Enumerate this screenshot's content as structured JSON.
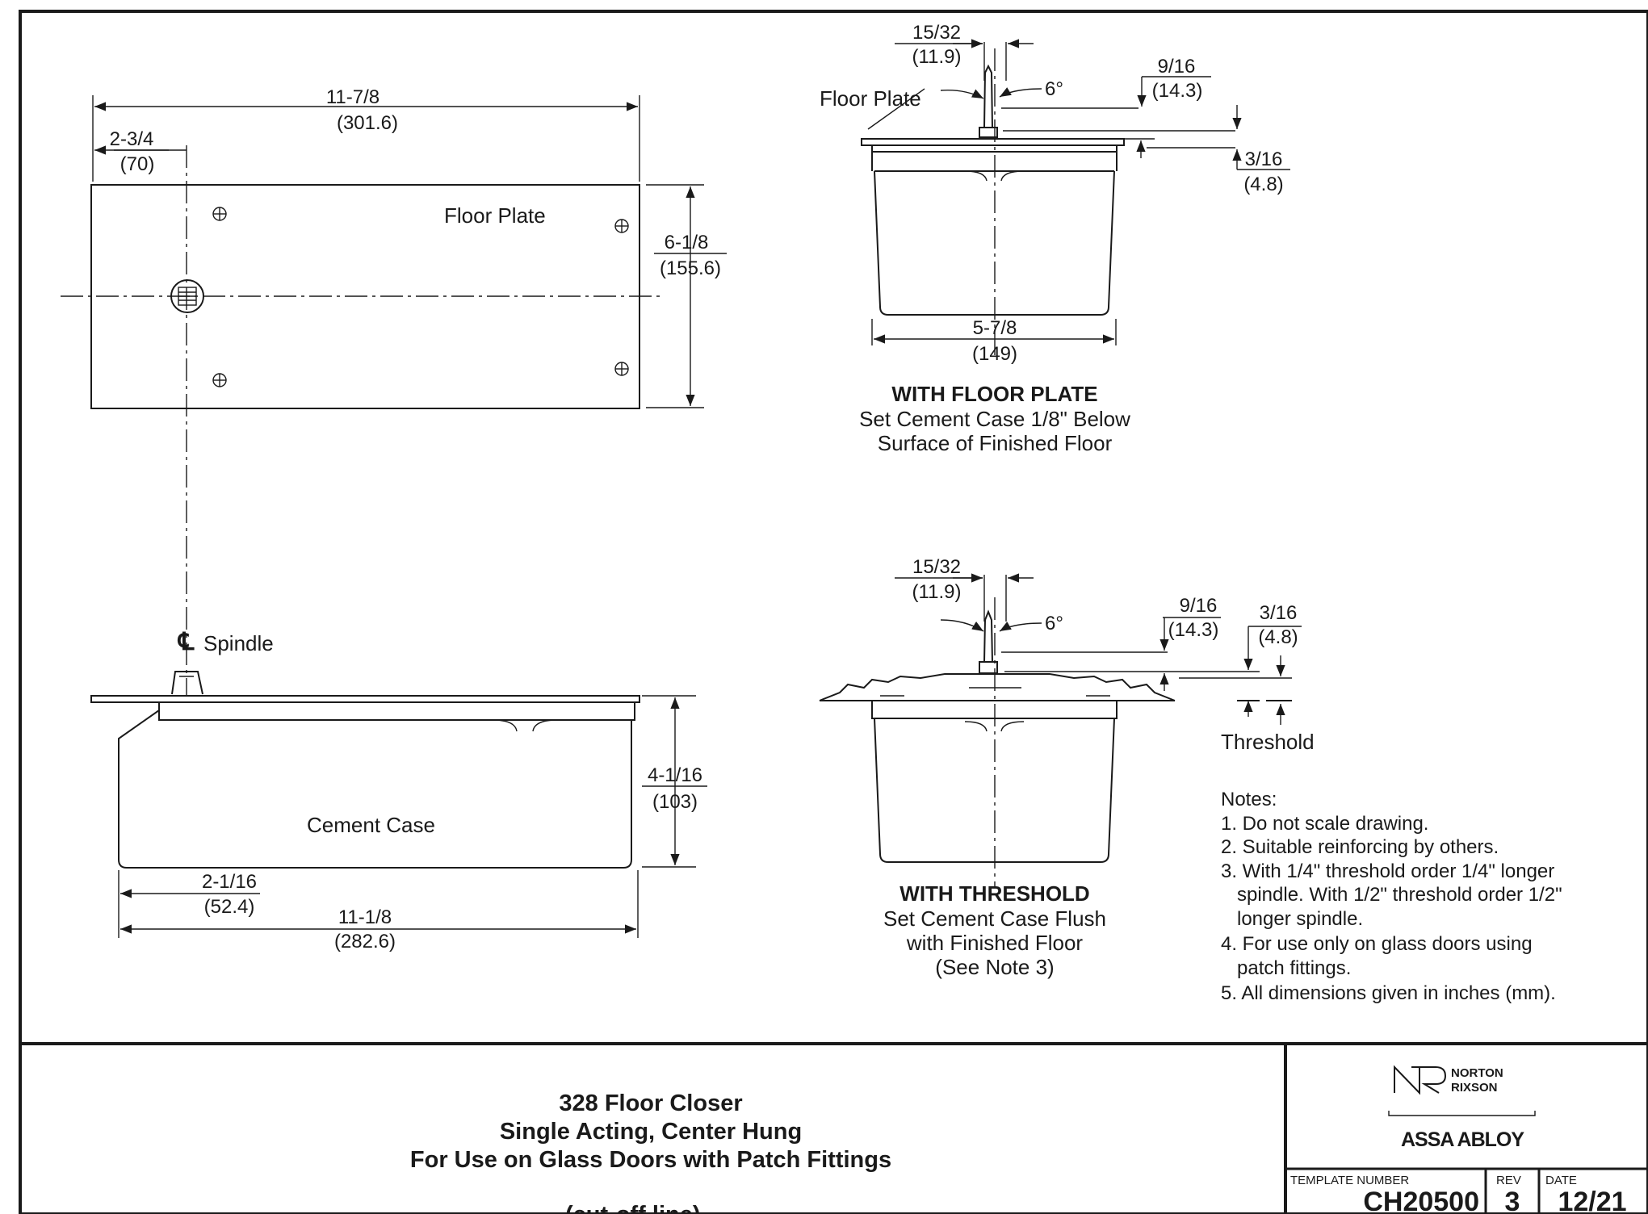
{
  "plan_view": {
    "overall_width": "11-7/8",
    "overall_width_mm": "(301.6)",
    "spindle_offset": "2-3/4",
    "spindle_offset_mm": "(70)",
    "plate_label": "Floor Plate",
    "height": "6-1/8",
    "height_mm": "(155.6)"
  },
  "side_view": {
    "spindle_label": "Spindle",
    "case_label": "Cement Case",
    "depth": "4-1/16",
    "depth_mm": "(103)",
    "offset": "2-1/16",
    "offset_mm": "(52.4)",
    "case_length": "11-1/8",
    "case_length_mm": "(282.6)"
  },
  "floor_plate_detail": {
    "spindle_width": "15/32",
    "spindle_width_mm": "(11.9)",
    "angle": "6°",
    "label": "Floor Plate",
    "spindle_height": "9/16",
    "spindle_height_mm": "(14.3)",
    "plate_thickness": "3/16",
    "plate_thickness_mm": "(4.8)",
    "case_width": "5-7/8",
    "case_width_mm": "(149)",
    "caption_title": "WITH FLOOR PLATE",
    "caption_line1": "Set Cement Case 1/8\" Below",
    "caption_line2": "Surface of Finished Floor"
  },
  "threshold_detail": {
    "spindle_width": "15/32",
    "spindle_width_mm": "(11.9)",
    "angle": "6°",
    "spindle_height": "9/16",
    "spindle_height_mm": "(14.3)",
    "threshold_height": "3/16",
    "threshold_height_mm": "(4.8)",
    "threshold_label": "Threshold",
    "caption_title": "WITH THRESHOLD",
    "caption_line1": "Set Cement Case Flush",
    "caption_line2": "with Finished Floor",
    "caption_line3": "(See Note 3)"
  },
  "notes": {
    "heading": "Notes:",
    "lines": [
      "1. Do not scale drawing.",
      "2. Suitable reinforcing by others.",
      "3. With 1/4\" threshold order 1/4\" longer",
      "   spindle. With 1/2\" threshold order 1/2\"",
      "   longer spindle.",
      "4. For use only on glass doors using",
      "   patch fittings.",
      "5. All dimensions given in inches (mm)."
    ]
  },
  "title_block": {
    "title_line1": "328 Floor Closer",
    "title_line2": "Single Acting, Center Hung",
    "title_line3": "For Use on Glass Doors with Patch Fittings",
    "footer_partial": "(cut-off line)",
    "brand_line1": "NORTON",
    "brand_line2": "RIXSON",
    "brand_parent": "ASSA ABLOY",
    "template_number_label": "TEMPLATE NUMBER",
    "template_number": "CH20500",
    "rev_label": "REV",
    "rev": "3",
    "date_label": "DATE",
    "date": "12/21"
  }
}
